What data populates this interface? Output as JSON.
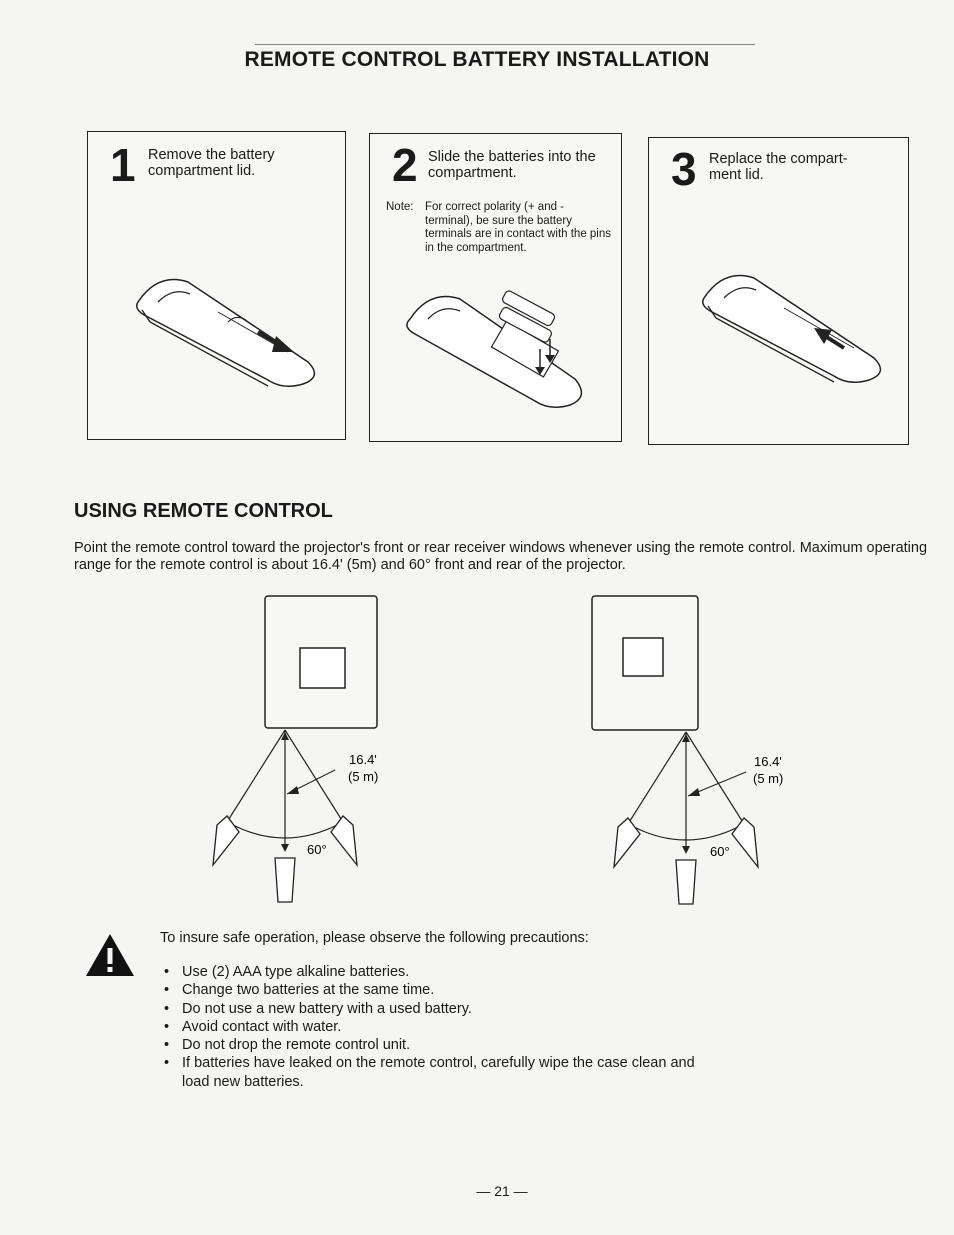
{
  "page_title": "REMOTE CONTROL BATTERY INSTALLATION",
  "steps": [
    {
      "number": "1",
      "text": "Remove the battery compartment lid."
    },
    {
      "number": "2",
      "text": "Slide the batteries into the compartment.",
      "note_label": "Note:",
      "note_text": "For correct polarity (+ and - terminal), be sure the battery terminals are in contact with the pins in the compartment."
    },
    {
      "number": "3",
      "text": "Replace the compart- ment lid."
    }
  ],
  "section_title": "USING REMOTE CONTROL",
  "instruction": "Point the remote control toward the projector's front or rear receiver windows whenever using the remote control. Maximum operating range for the remote control is about 16.4' (5m) and 60° front and rear of the projector.",
  "diagrams": [
    {
      "distance_ft": "16.4'",
      "distance_m": "(5 m)",
      "angle": "60°"
    },
    {
      "distance_ft": "16.4'",
      "distance_m": "(5 m)",
      "angle": "60°"
    }
  ],
  "precautions": {
    "icon": "warning-triangle-icon",
    "intro": "To insure safe operation, please observe the following precautions:",
    "items": [
      "Use (2) AAA type alkaline batteries.",
      "Change two batteries at the same time.",
      "Do not use a new battery with a used battery.",
      "Avoid contact with water.",
      "Do not drop the remote control unit.",
      "If batteries have leaked on the remote control, carefully wipe the case clean and load new batteries."
    ]
  },
  "page_number": "— 21 —"
}
